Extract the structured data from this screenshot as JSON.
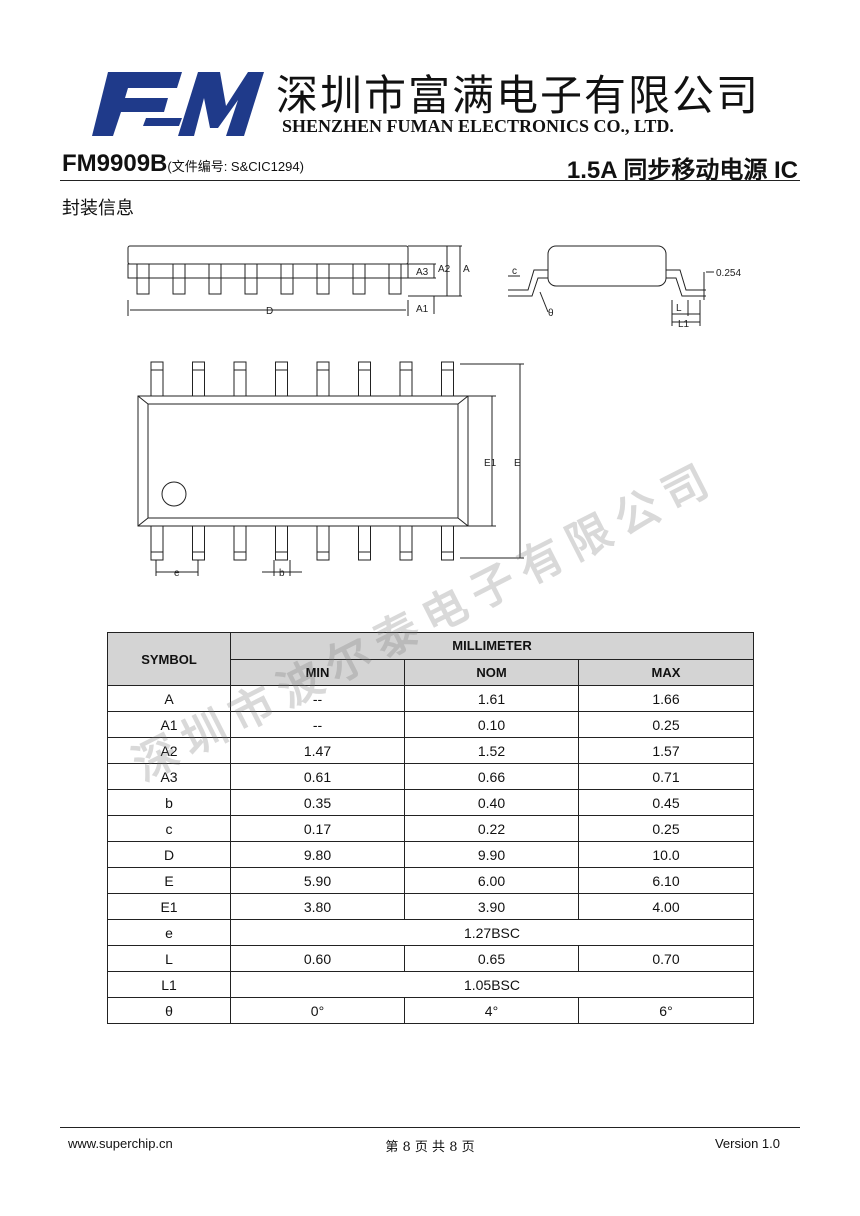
{
  "header": {
    "logo_text": "FM",
    "company_cn": "深圳市富满电子有限公司",
    "company_en": "SHENZHEN FUMAN ELECTRONICS CO., LTD.",
    "model": "FM9909B",
    "doc_number": "(文件编号: S&CIC1294)",
    "product_title": "1.5A 同步移动电源 IC"
  },
  "section_title": "封装信息",
  "drawing_labels": {
    "A3": "A3",
    "A2": "A2",
    "A": "A",
    "A1": "A1",
    "D": "D",
    "c": "c",
    "theta": "θ",
    "dim_0254": "0.254",
    "L": "L",
    "L1": "L1",
    "E1": "E1",
    "E": "E",
    "e": "e",
    "b": "b"
  },
  "table": {
    "symbol_header": "SYMBOL",
    "group_header": "MILLIMETER",
    "col_min": "MIN",
    "col_nom": "NOM",
    "col_max": "MAX",
    "rows": [
      {
        "symbol": "A",
        "min": "--",
        "nom": "1.61",
        "max": "1.66"
      },
      {
        "symbol": "A1",
        "min": "--",
        "nom": "0.10",
        "max": "0.25"
      },
      {
        "symbol": "A2",
        "min": "1.47",
        "nom": "1.52",
        "max": "1.57"
      },
      {
        "symbol": "A3",
        "min": "0.61",
        "nom": "0.66",
        "max": "0.71"
      },
      {
        "symbol": "b",
        "min": "0.35",
        "nom": "0.40",
        "max": "0.45"
      },
      {
        "symbol": "c",
        "min": "0.17",
        "nom": "0.22",
        "max": "0.25"
      },
      {
        "symbol": "D",
        "min": "9.80",
        "nom": "9.90",
        "max": "10.0"
      },
      {
        "symbol": "E",
        "min": "5.90",
        "nom": "6.00",
        "max": "6.10"
      },
      {
        "symbol": "E1",
        "min": "3.80",
        "nom": "3.90",
        "max": "4.00"
      },
      {
        "symbol": "e",
        "merged": "1.27BSC"
      },
      {
        "symbol": "L",
        "min": "0.60",
        "nom": "0.65",
        "max": "0.70"
      },
      {
        "symbol": "L1",
        "merged": "1.05BSC"
      },
      {
        "symbol": "θ",
        "min": "0°",
        "nom": "4°",
        "max": "6°"
      }
    ]
  },
  "watermark": "深圳市波尔泰电子有限公司",
  "footer": {
    "url": "www.superchip.cn",
    "page": "第 8 页 共 8 页",
    "version": "Version 1.0"
  },
  "colors": {
    "logo_blue": "#1f3a8a",
    "table_header_bg": "#d4d4d4",
    "watermark": "#8a8a8a"
  }
}
